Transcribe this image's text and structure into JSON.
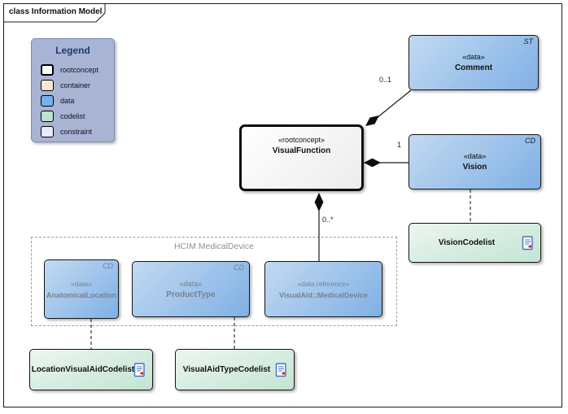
{
  "frame": {
    "title": "class Information Model"
  },
  "legend": {
    "title": "Legend",
    "items": [
      {
        "label": "rootconcept",
        "color": "#ffffff",
        "thick_border": true
      },
      {
        "label": "container",
        "color": "#fbe5d6",
        "thick_border": false
      },
      {
        "label": "data",
        "color": "#78b0e8",
        "thick_border": false
      },
      {
        "label": "codelist",
        "color": "#bce2cc",
        "thick_border": false
      },
      {
        "label": "constraint",
        "color": "#e6eaf9",
        "thick_border": false
      }
    ]
  },
  "nodes": {
    "comment": {
      "stereotype": "«data»",
      "name": "Comment",
      "tag": "ST"
    },
    "visualFunction": {
      "stereotype": "«rootconcept»",
      "name": "VisualFunction"
    },
    "vision": {
      "stereotype": "«data»",
      "name": "Vision",
      "tag": "CD"
    },
    "visionCodelist": {
      "name": "VisionCodelist"
    },
    "hcimContainer": {
      "label": "HCIM MedicalDevice"
    },
    "anatomicalLocation": {
      "stereotype": "«data»",
      "name": "AnatomicalLocation",
      "tag": "CD"
    },
    "productType": {
      "stereotype": "«data»",
      "name": "ProductType",
      "tag": "CD"
    },
    "visualAid": {
      "stereotype": "«data,reference»",
      "name": "VisualAid::MedicalDevice"
    },
    "locationCodelist": {
      "name": "LocationVisualAidCodelist"
    },
    "visualAidTypeCodelist": {
      "name": "VisualAidTypeCodelist"
    }
  },
  "connectors": {
    "comment_multiplicity": "0..1",
    "vision_multiplicity": "1",
    "visualaid_multiplicity": "0..*"
  },
  "colors": {
    "blue-light": "#c2daf2",
    "blue-dark": "#7fb0e5",
    "green-light": "#ecf6f1",
    "green-dark": "#c3e4d2",
    "white-light": "#ffffff",
    "white-dark": "#ececec",
    "legend-bg": "#a9b3d4",
    "legend-border": "#7d8cb8",
    "legend-title": "#1f3a6e",
    "gray-text": "#76828e",
    "container-label": "#8a9199",
    "line": "#1a1a1a"
  }
}
